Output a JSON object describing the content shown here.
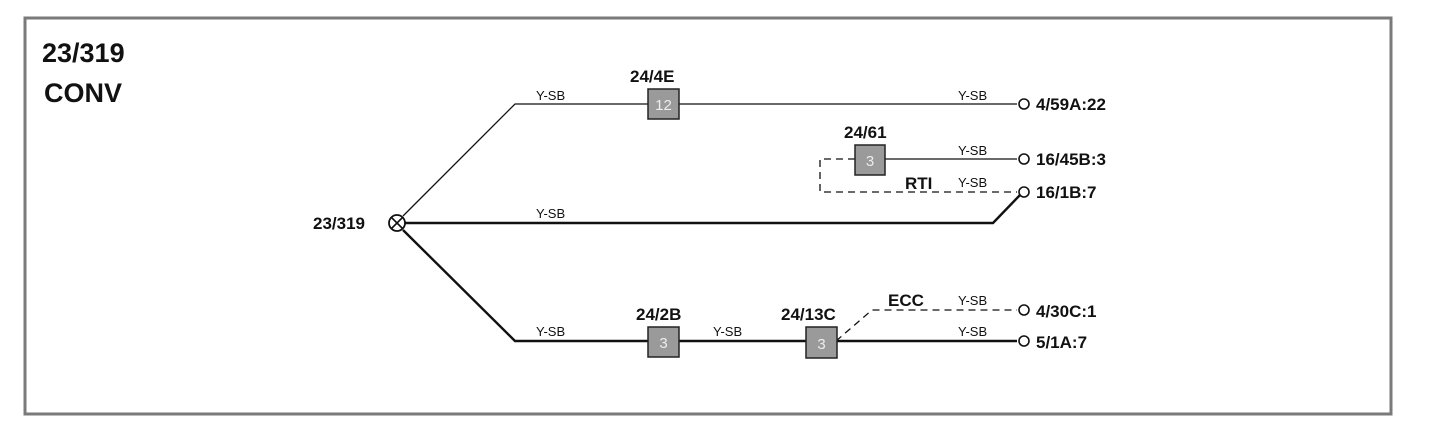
{
  "title": {
    "line1": "23/319",
    "line2": "CONV"
  },
  "splice": {
    "label": "23/319"
  },
  "components": {
    "c1": {
      "label": "24/4E",
      "pin": "12"
    },
    "c2": {
      "label": "24/61",
      "pin": "3"
    },
    "c3": {
      "label": "24/2B",
      "pin": "3"
    },
    "c4": {
      "label": "24/13C",
      "pin": "3"
    }
  },
  "wire_color": "Y-SB",
  "option_labels": {
    "rti": "RTI",
    "ecc": "ECC"
  },
  "terminals": {
    "t1": "4/59A:22",
    "t2": "16/45B:3",
    "t3": "16/1B:7",
    "t4": "4/30C:1",
    "t5": "5/1A:7"
  }
}
